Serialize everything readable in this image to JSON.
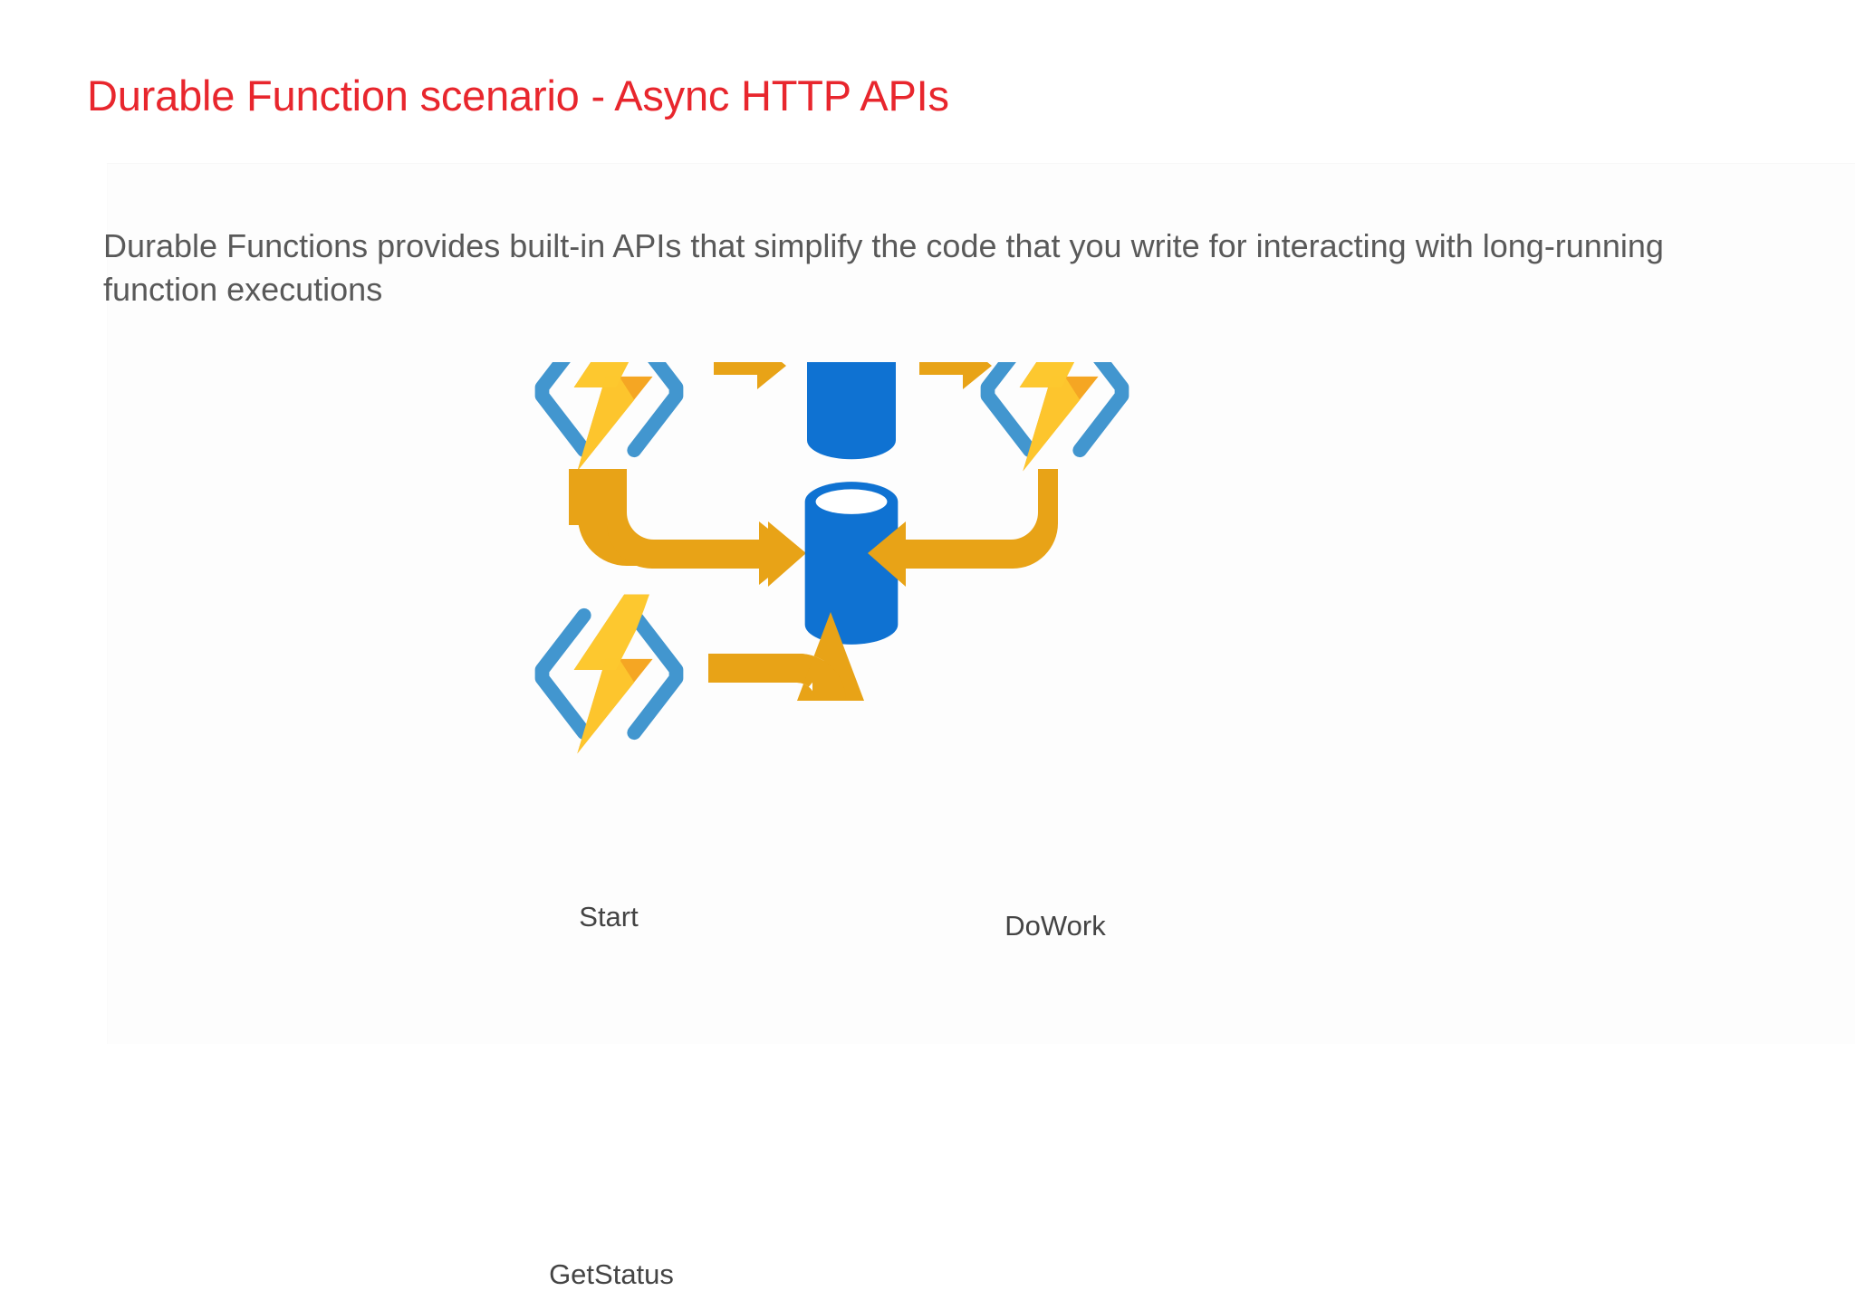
{
  "slide": {
    "title": "Durable Function scenario - Async HTTP APIs",
    "body_line1": "Durable Functions provides built-in APIs that simplify the code that you write for interacting with",
    "body_line2": "long-running function executions",
    "body_full": "Durable Functions provides built-in APIs that simplify the code that you write for interacting with long-running function executions"
  },
  "colors": {
    "title_red": "#e8262d",
    "body_gray": "#595959",
    "label_gray": "#444444",
    "arrow_orange": "#e8a317",
    "cylinder_blue": "#0f72d2",
    "bracket_blue": "#4296cf",
    "bolt_yellow_light": "#fdc82f",
    "bolt_yellow_dark": "#f5a623",
    "background": "#ffffff"
  },
  "diagram": {
    "type": "flow",
    "nodes": [
      {
        "id": "start",
        "kind": "azure-function-icon",
        "label": "Start",
        "row": "top",
        "col": "left"
      },
      {
        "id": "store-top",
        "kind": "storage-cylinder",
        "label": "",
        "row": "top",
        "col": "center"
      },
      {
        "id": "dowork",
        "kind": "azure-function-icon",
        "label": "DoWork",
        "row": "top",
        "col": "right"
      },
      {
        "id": "store-mid",
        "kind": "storage-cylinder",
        "label": "",
        "row": "middle",
        "col": "center"
      },
      {
        "id": "getstatus",
        "kind": "azure-function-icon",
        "label": "GetStatus",
        "row": "bottom",
        "col": "left"
      }
    ],
    "arrows": [
      {
        "id": "in-start",
        "kind": "straight-right",
        "from": "external",
        "to": "start"
      },
      {
        "id": "start-to-store",
        "kind": "straight-right",
        "from": "start",
        "to": "store-top"
      },
      {
        "id": "store-to-dowork",
        "kind": "straight-right",
        "from": "store-top",
        "to": "dowork"
      },
      {
        "id": "start-down-to-mid",
        "kind": "elbow-down-right",
        "from": "start",
        "to": "store-mid"
      },
      {
        "id": "dowork-down-to-mid",
        "kind": "elbow-down-left",
        "from": "dowork",
        "to": "store-mid"
      },
      {
        "id": "in-getstatus",
        "kind": "straight-right",
        "from": "external",
        "to": "getstatus"
      },
      {
        "id": "getstatus-up-to-mid",
        "kind": "elbow-right-up",
        "from": "getstatus",
        "to": "store-mid"
      }
    ]
  },
  "icons": {
    "azure_function": "azure-function-icon",
    "storage": "storage-cylinder-icon",
    "arrow": "arrow-right-icon"
  }
}
